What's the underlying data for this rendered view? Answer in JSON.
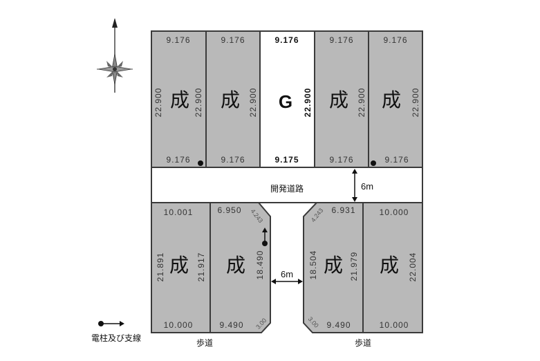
{
  "top_lots": [
    {
      "type": "成",
      "top": "9.176",
      "bottom": "9.176",
      "left": "22.900",
      "right": "22.900",
      "pole": true
    },
    {
      "type": "成",
      "top": "9.176",
      "bottom": "9.176",
      "right": "22.900"
    },
    {
      "type": "G",
      "top": "9.176",
      "bottom": "9.175",
      "right": "22.900",
      "selected": true
    },
    {
      "type": "成",
      "top": "9.176",
      "bottom": "9.176",
      "right": "22.900"
    },
    {
      "type": "成",
      "top": "9.176",
      "bottom": "9.176",
      "right": "22.900",
      "pole": true
    }
  ],
  "bottom_lots": [
    {
      "type": "成",
      "top": "10.001",
      "bottom": "10.000",
      "left": "21.891",
      "right": "21.917"
    },
    {
      "type": "成",
      "top": "6.950",
      "bottom": "9.490",
      "right": "18.490",
      "corner_top": "4.243",
      "corner_bottom": "3.00"
    },
    {
      "type": "成",
      "top": "6.931",
      "bottom": "9.490",
      "left": "18.504",
      "right": "21.979",
      "corner_top": "4.243",
      "corner_bottom": "3.00"
    },
    {
      "type": "成",
      "top": "10.000",
      "bottom": "10.000",
      "right": "22.004"
    }
  ],
  "road": {
    "label": "開発道路",
    "width_label": "6m",
    "gap_label": "6m"
  },
  "sidewalks": [
    "歩道",
    "歩道"
  ],
  "legend": {
    "label": "電柱及び支線"
  },
  "compass": {
    "direction": "north"
  }
}
